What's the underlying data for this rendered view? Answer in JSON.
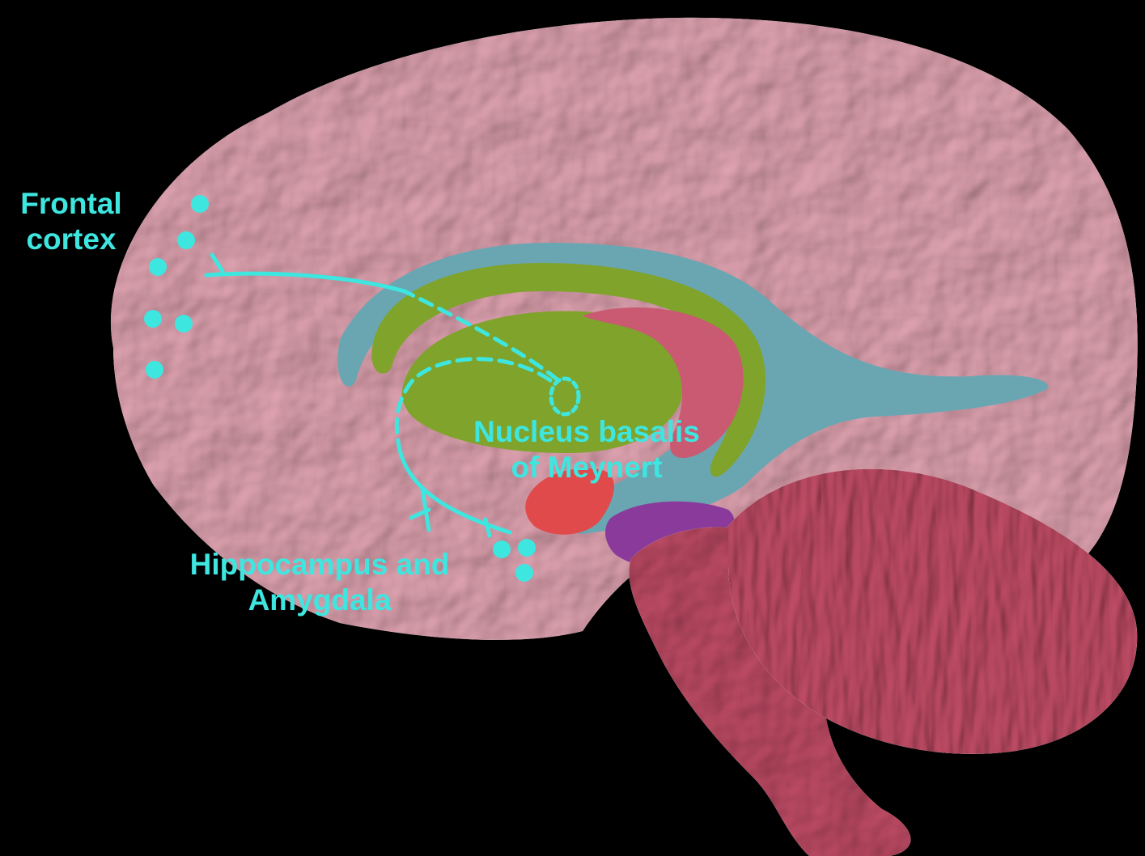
{
  "labels": {
    "frontal": [
      "Frontal",
      "cortex"
    ],
    "nbm": [
      "Nucleus basalis",
      "of Meynert"
    ],
    "hippo": [
      "Hippocampus and",
      "Amygdala"
    ]
  },
  "colors": {
    "background": "#000000",
    "cortex": "#e6a8b6",
    "ventricle": "#6aa6b2",
    "caudate": "#7fa32b",
    "thalamus": "#c95a72",
    "hypothalamus": "#e04a4a",
    "midbrain": "#8a3a9a",
    "brainstem": "#c44e68",
    "pathway": "#3ee6e0"
  }
}
